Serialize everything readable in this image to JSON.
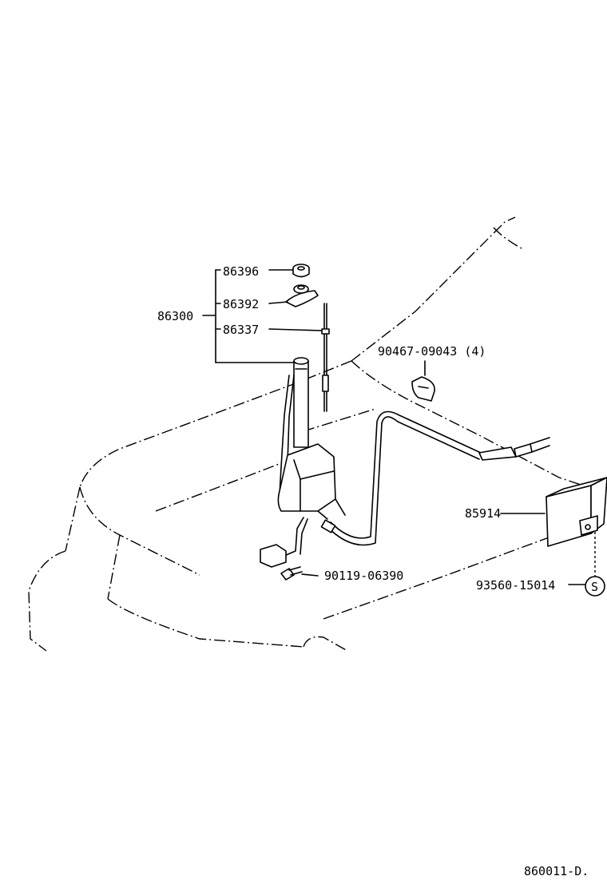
{
  "diagram": {
    "parts": {
      "antenna_assembly": "86300",
      "nut": "86396",
      "bezel": "86392",
      "antenna_rod": "86337",
      "clip": "90467-09043 (4)",
      "bolt": "90119-06390",
      "amplifier": "85914",
      "screw": "93560-15014",
      "screw_symbol": "S"
    },
    "footer_code": "860011-D."
  }
}
